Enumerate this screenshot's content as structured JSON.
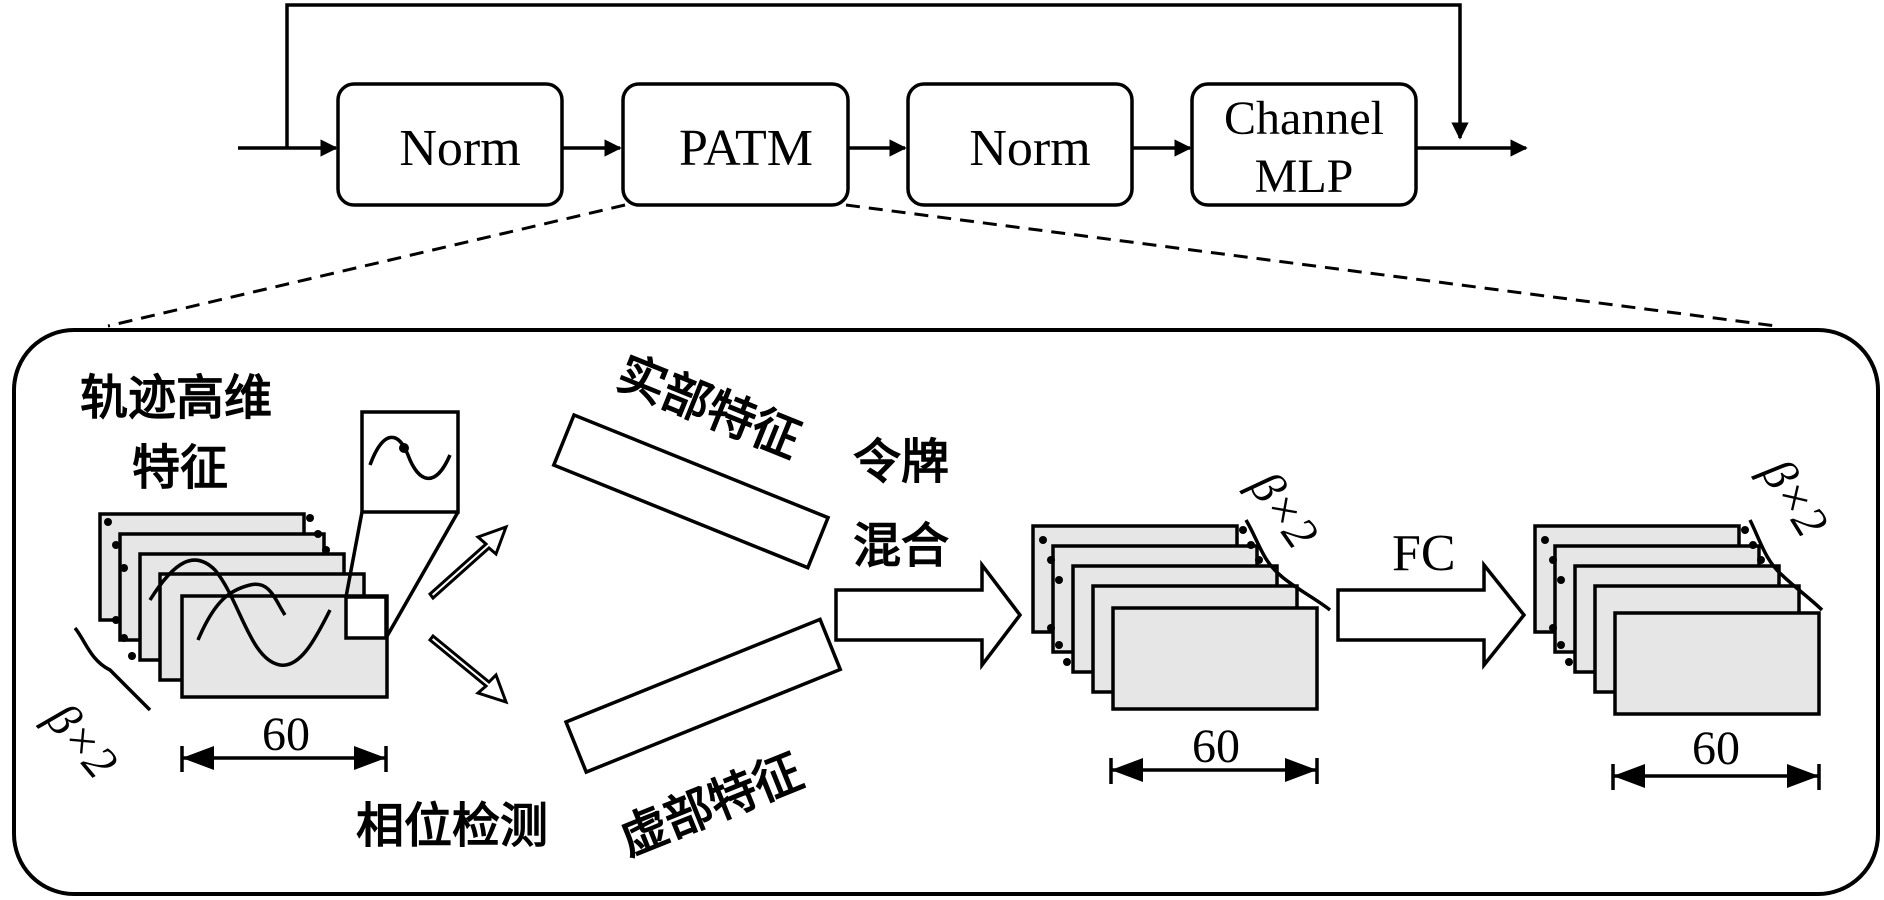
{
  "block": {
    "norm1": "Norm",
    "patm": "PATM",
    "norm2": "Norm",
    "channel_mlp_line1": "Channel",
    "channel_mlp_line2": "MLP"
  },
  "detail": {
    "traj_feat_line1": "轨迹高维",
    "traj_feat_line2": "特征",
    "real_feat": "实部特征",
    "imag_feat": "虚部特征",
    "phase_detect": "相位检测",
    "token_mix_line1": "令牌",
    "token_mix_line2": "混合",
    "fc": "FC",
    "dim_width": "60",
    "beta_times2": "β×2"
  }
}
